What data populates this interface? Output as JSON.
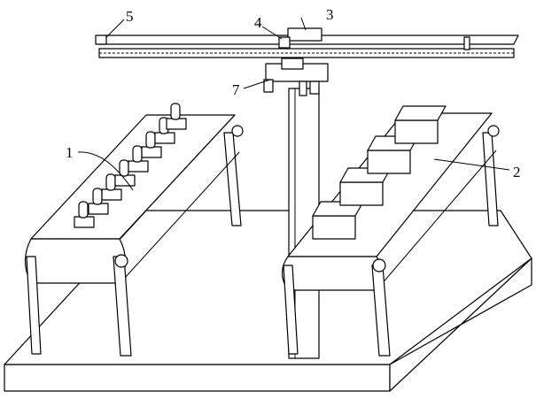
{
  "figure": {
    "labels": {
      "l1": "1",
      "l2": "2",
      "l3": "3",
      "l4": "4",
      "l5": "5",
      "l7": "7"
    },
    "colors": {
      "line": "#000000",
      "background": "#ffffff"
    }
  }
}
